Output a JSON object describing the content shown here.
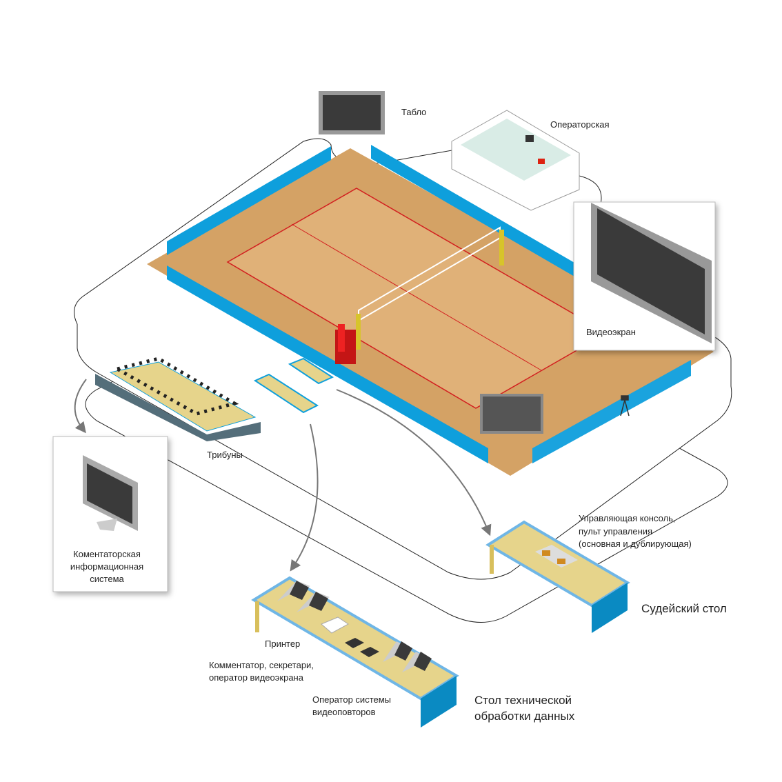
{
  "labels": {
    "scoreboard": "Табло",
    "operator_room": "Операторская",
    "video_screen": "Видеоэкран",
    "stands": "Трибуны",
    "commentator_system": [
      "Коментаторская",
      "информационная",
      "система"
    ],
    "control_console": [
      "Управляющая консоль,",
      "пульт управления",
      "(основная и дублирующая)"
    ],
    "referee_table": "Судейский стол",
    "printer": "Принтер",
    "commentator_staff": [
      "Комментатор, секретари,",
      "оператор видеоэкрана"
    ],
    "replay_operator": [
      "Оператор системы",
      "видеоповторов"
    ],
    "data_table": [
      "Стол технической",
      "обработки данных"
    ]
  },
  "colors": {
    "court": "#d4a265",
    "court_inner": "#e0b178",
    "barrier": "#0e9fdc",
    "line": "#d21f1f",
    "table_top": "#e6d48b",
    "table_side": "#0a8ac2",
    "screen": "#3a3a3a"
  }
}
